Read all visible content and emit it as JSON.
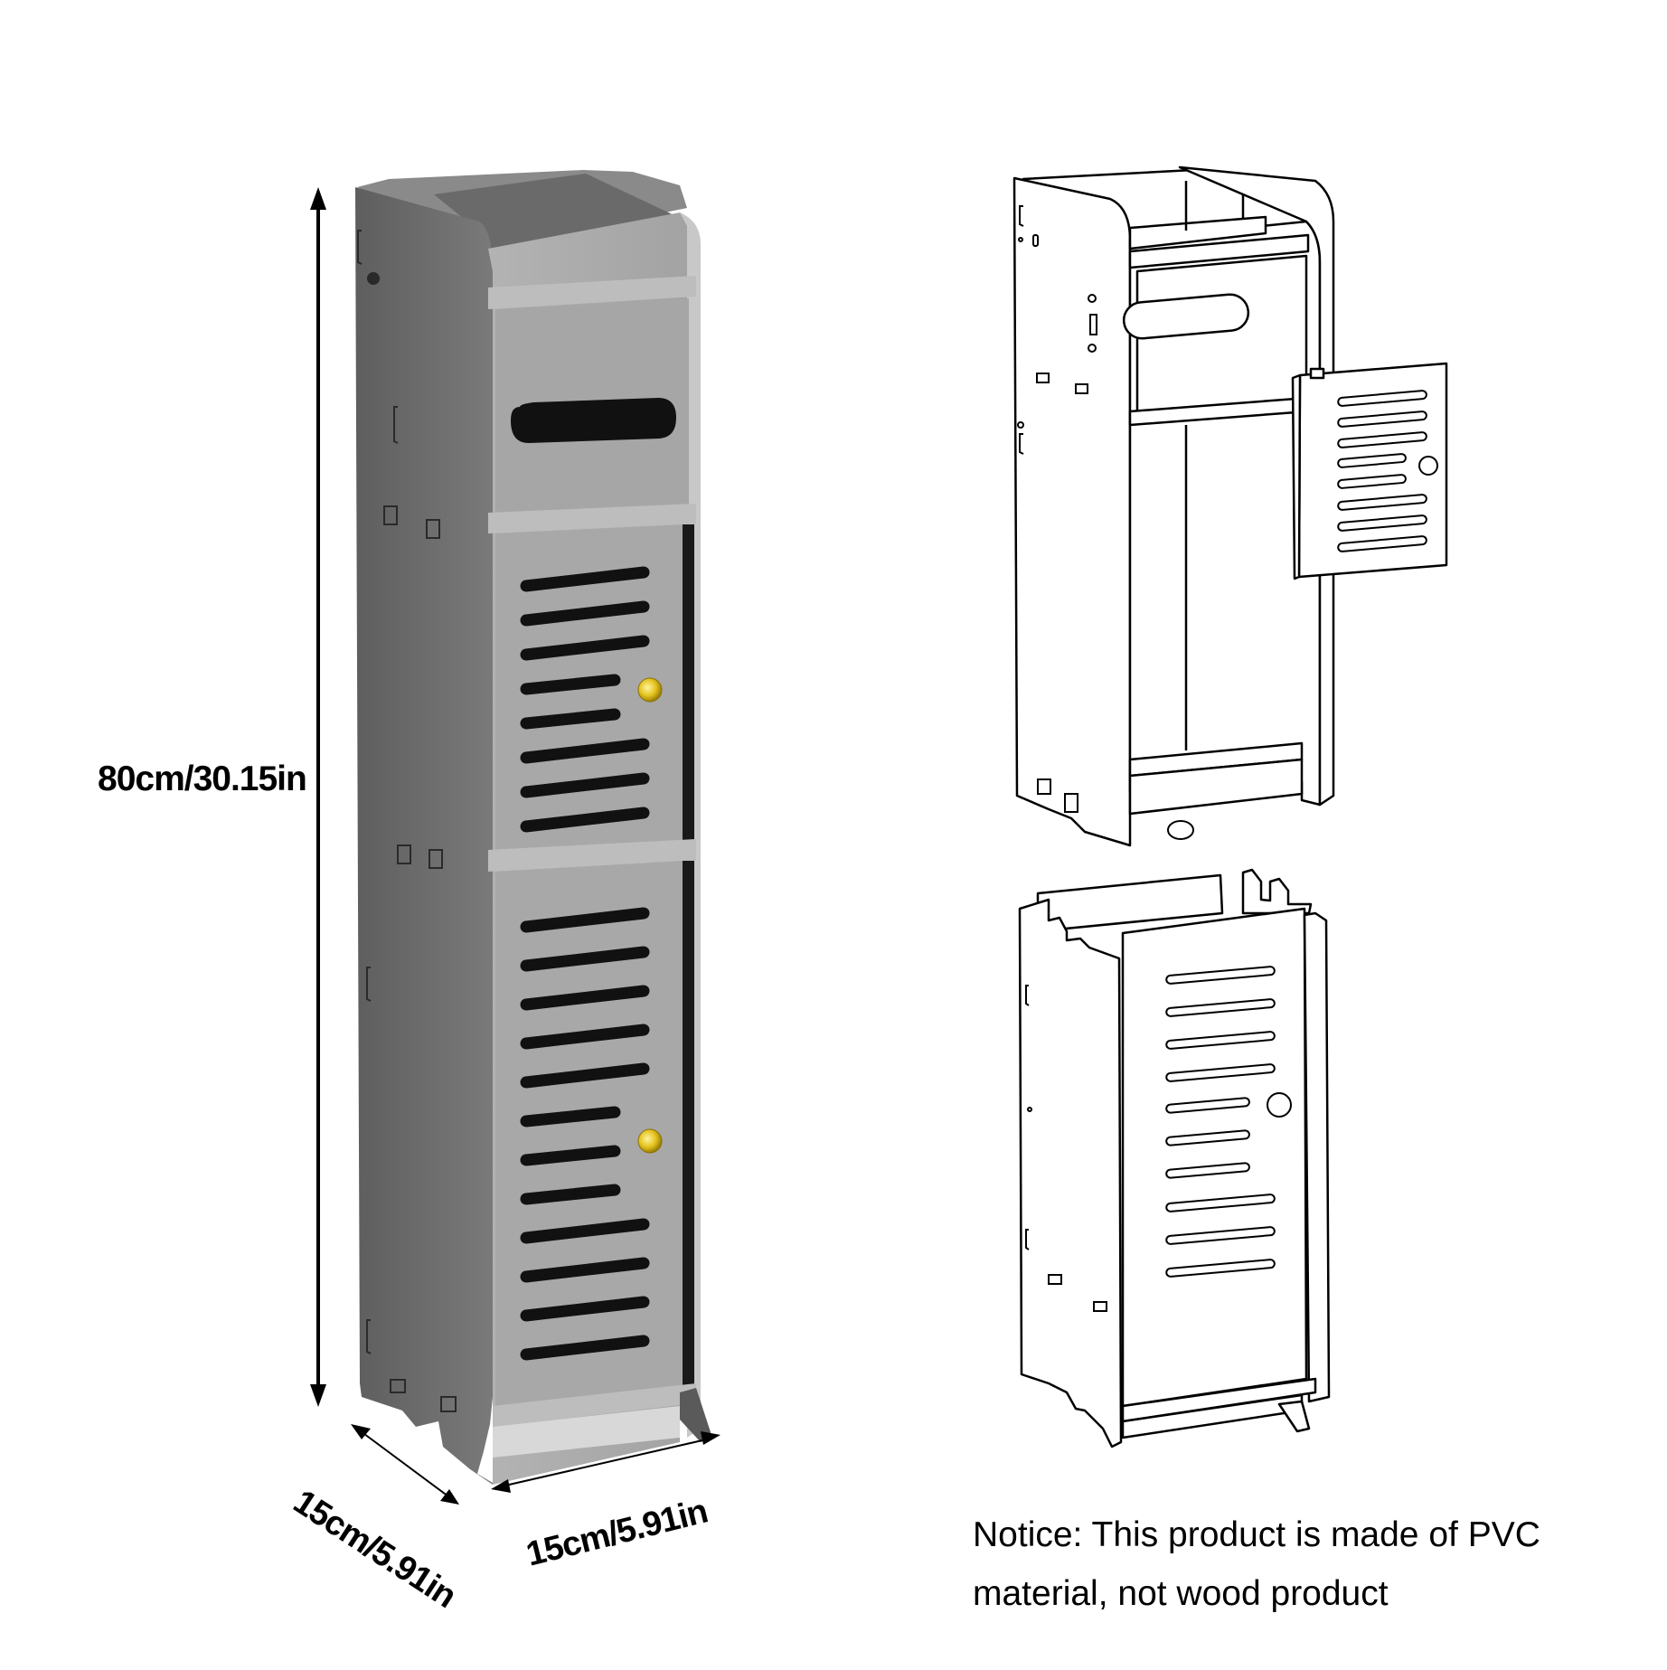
{
  "dimensions": {
    "height": "80cm/30.15in",
    "depth": "15cm/5.91in",
    "width": "15cm/5.91in"
  },
  "notice": {
    "line1": "Notice: This product is made of PVC",
    "line2": "material, not wood product"
  },
  "colors": {
    "cabinet_side": "#6e6e6e",
    "cabinet_front": "#a9a9a9",
    "slot": "#1a1a1a",
    "knob": "#e8c420",
    "line_art": "#000000",
    "background": "#ffffff"
  },
  "product": {
    "views": [
      "assembled-grey-cabinet",
      "exploded-top-unit",
      "detached-top-door",
      "bottom-unit-with-door"
    ],
    "top_door_slots": 8,
    "bottom_door_slots": 10
  }
}
